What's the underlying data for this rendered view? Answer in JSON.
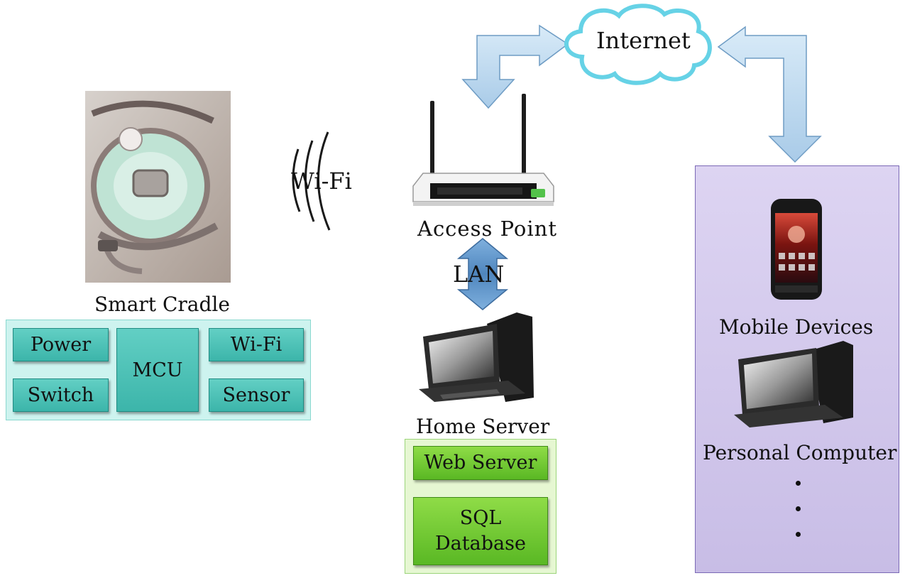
{
  "labels": {
    "internet": "Internet",
    "wifi": "Wi-Fi",
    "access_point": "Access Point",
    "lan": "LAN",
    "smart_cradle": "Smart Cradle",
    "home_server": "Home Server",
    "mobile_devices": "Mobile Devices",
    "personal_computer": "Personal Computer"
  },
  "cradle_modules": {
    "power": "Power",
    "switch": "Switch",
    "mcu": "MCU",
    "wifi": "Wi-Fi",
    "sensor": "Sensor"
  },
  "server_modules": {
    "web_server": "Web Server",
    "sql_line1": "SQL",
    "sql_line2": "Database"
  },
  "colors": {
    "cradle_panel": "#cdf3ef",
    "cradle_box": "#4cc2b7",
    "server_panel": "#e6f7d2",
    "server_box": "#6ec82f",
    "devices_panel": "#d2c9ec",
    "arrow_fill": "#bcd8ee",
    "lan_arrow": "#5b8fc4",
    "cloud_stroke": "#66d2e6"
  }
}
